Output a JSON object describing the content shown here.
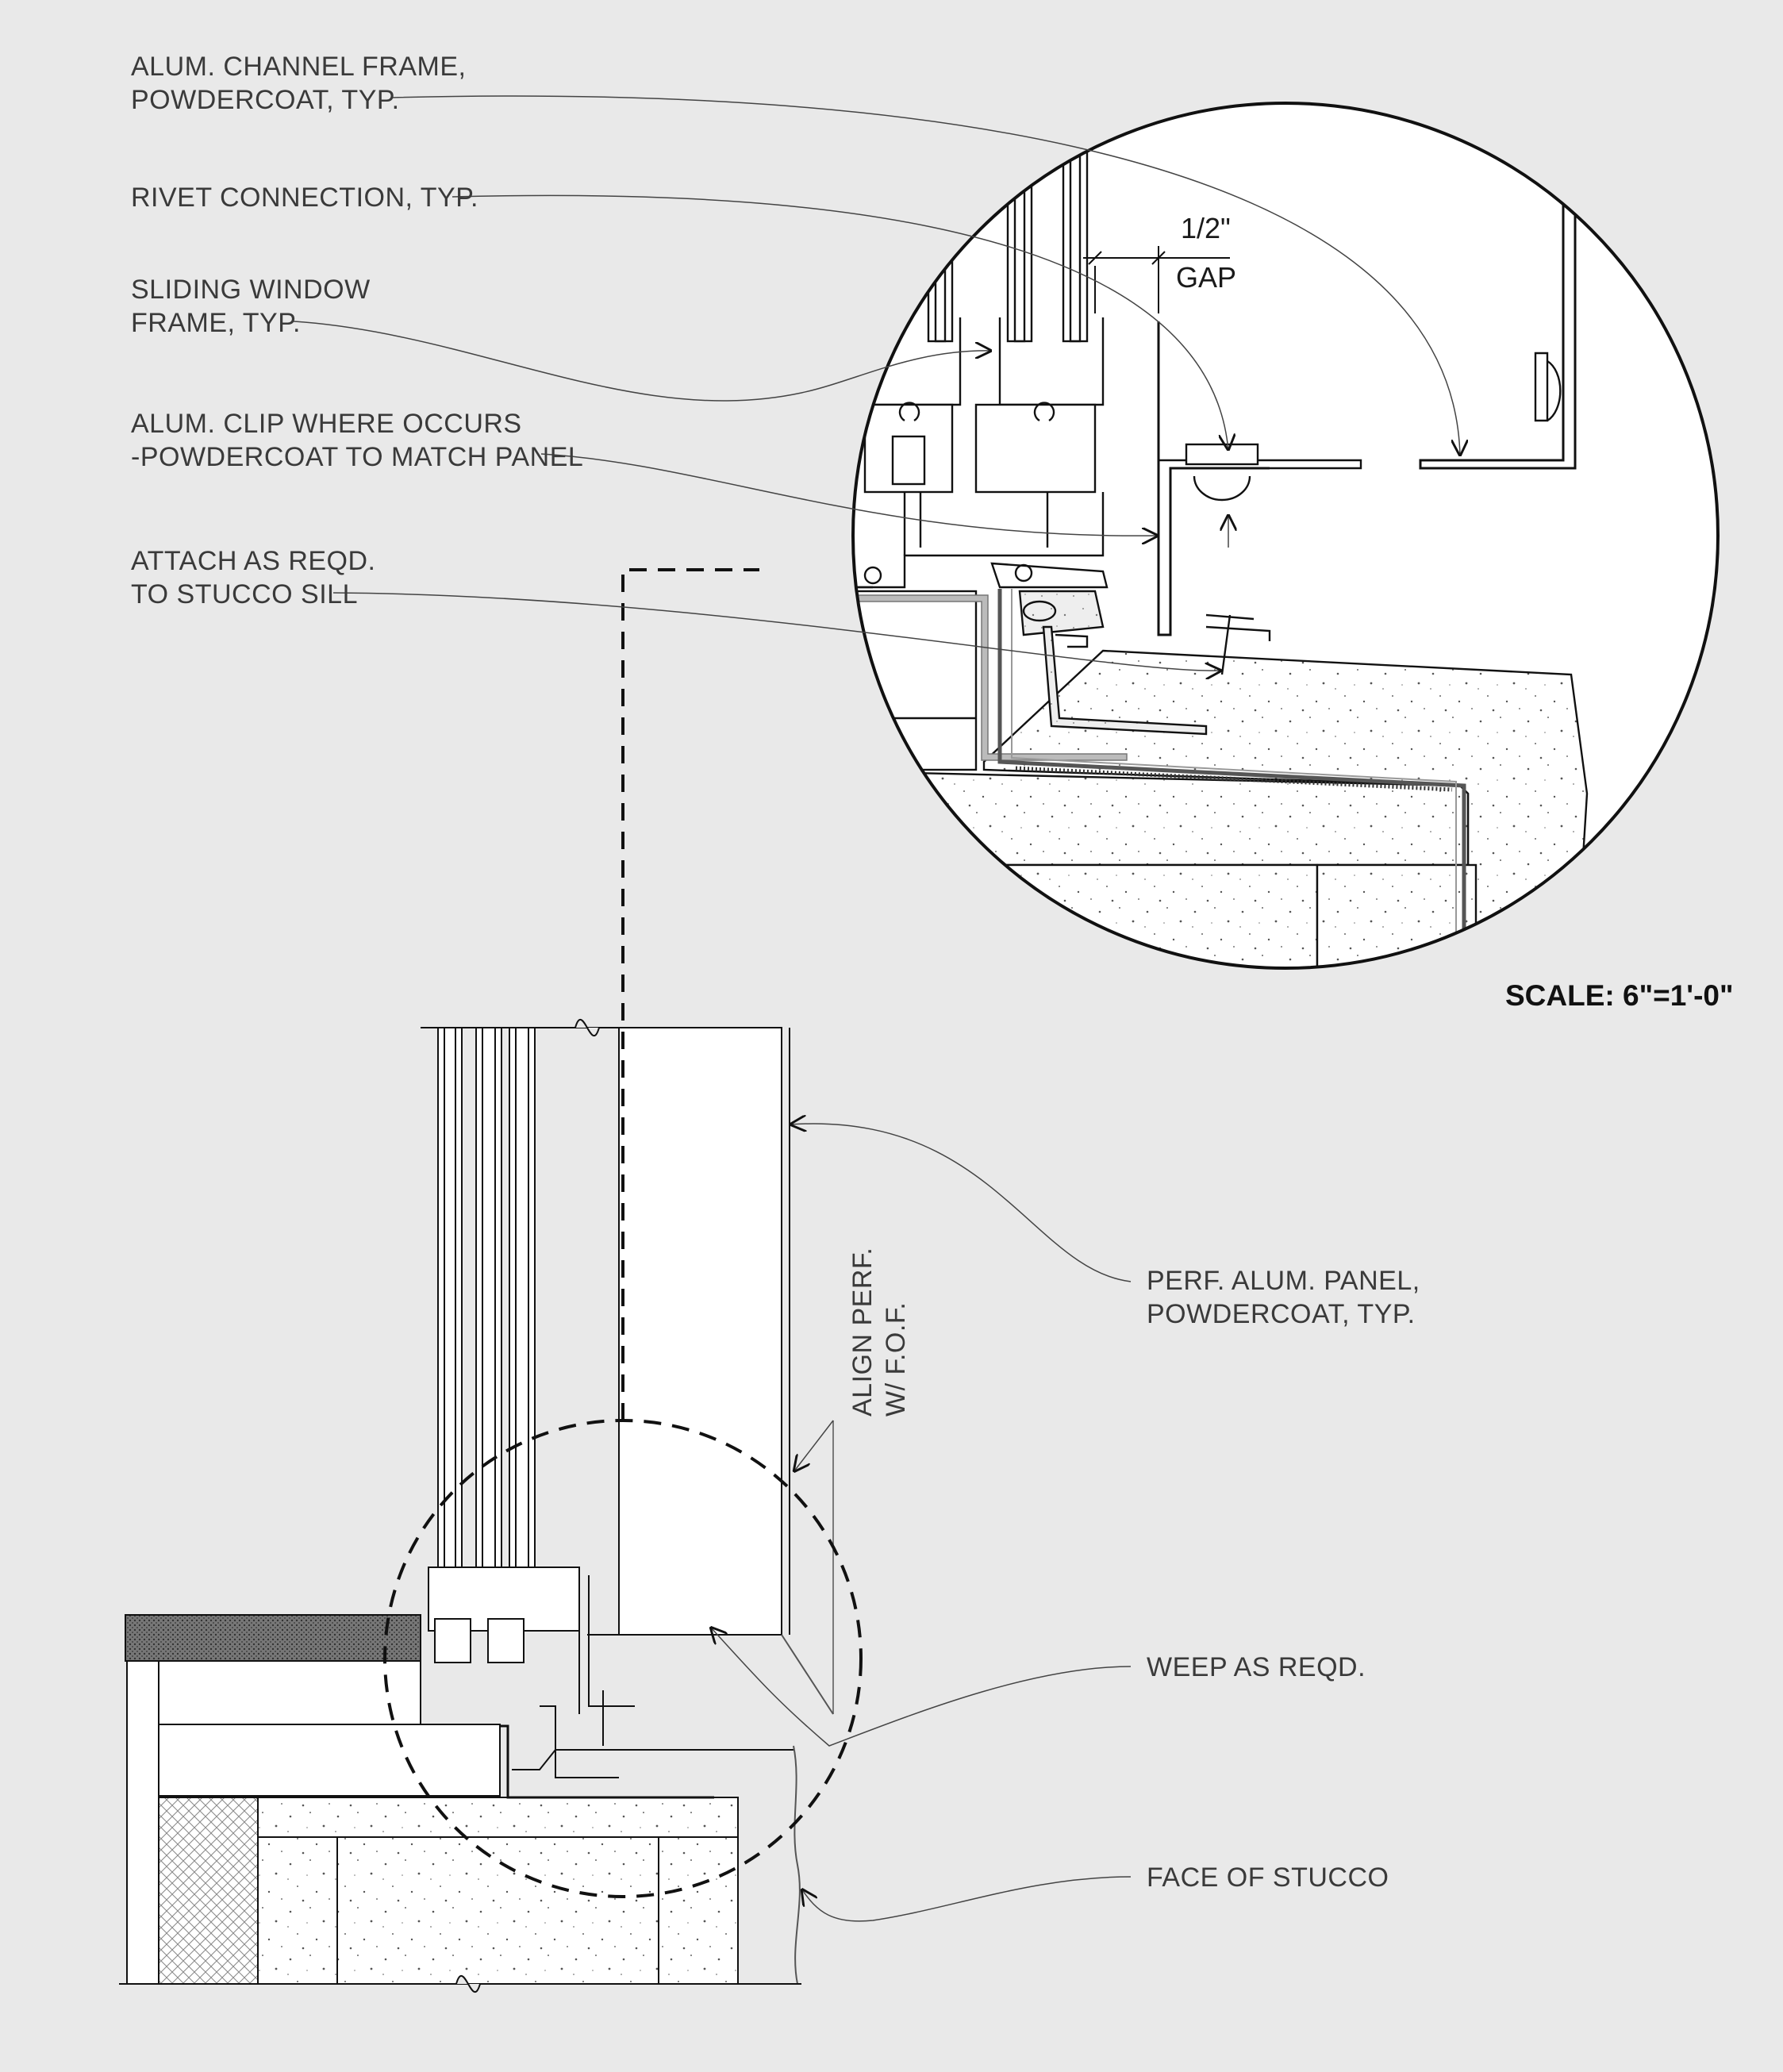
{
  "labels": {
    "channel_frame": [
      "ALUM. CHANNEL FRAME,",
      "POWDERCOAT, TYP."
    ],
    "rivet": [
      "RIVET CONNECTION, TYP."
    ],
    "sliding_window": [
      "SLIDING WINDOW",
      "FRAME, TYP."
    ],
    "clip": [
      "ALUM. CLIP WHERE OCCURS",
      "-POWDERCOAT TO MATCH PANEL"
    ],
    "attach": [
      "ATTACH AS REQD.",
      "TO STUCCO SILL"
    ],
    "perf_panel": [
      "PERF. ALUM. PANEL,",
      "POWDERCOAT, TYP."
    ],
    "weep": [
      "WEEP AS REQD."
    ],
    "face_of_stucco": [
      "FACE OF STUCCO"
    ],
    "align": [
      "ALIGN PERF.",
      "W/ F.O.F."
    ]
  },
  "gap_dimension": [
    "1/2\"",
    "GAP"
  ],
  "scale": "SCALE: 6\"=1'-0\""
}
